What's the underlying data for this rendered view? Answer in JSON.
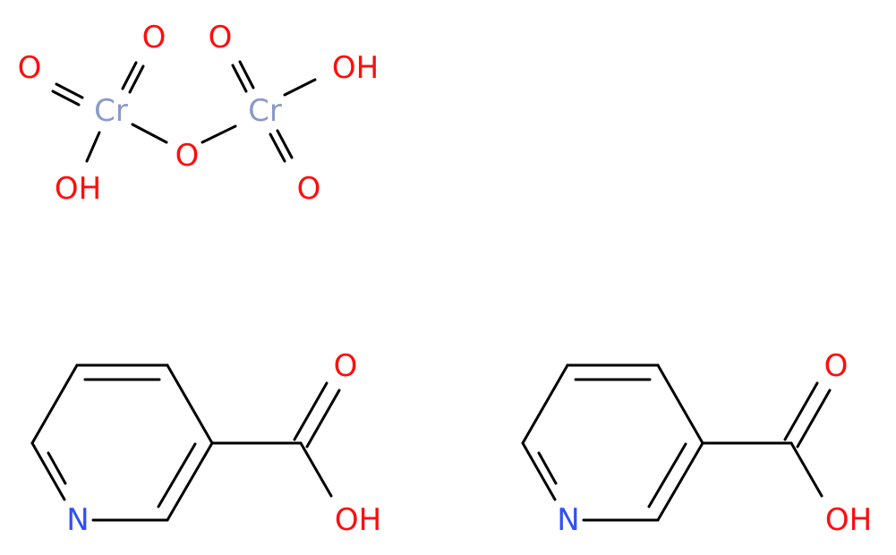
{
  "colors": {
    "oxygen": "#ff0d0d",
    "chromium": "#8a99c7",
    "nitrogen": "#3050f8",
    "bond": "#000000"
  },
  "structure": {
    "dichromic_acid": {
      "cr_left": "Cr",
      "cr_right": "Cr",
      "o_bridge": "O",
      "o_left_top": "O",
      "o_left_outer": "O",
      "oh_left": "OH",
      "o_right_top": "O",
      "oh_right": "OH",
      "o_right_bottom": "O"
    },
    "nicotinic_acid_left": {
      "n": "N",
      "o_carbonyl": "O",
      "oh": "OH"
    },
    "nicotinic_acid_right": {
      "n": "N",
      "o_carbonyl": "O",
      "oh": "OH"
    }
  }
}
